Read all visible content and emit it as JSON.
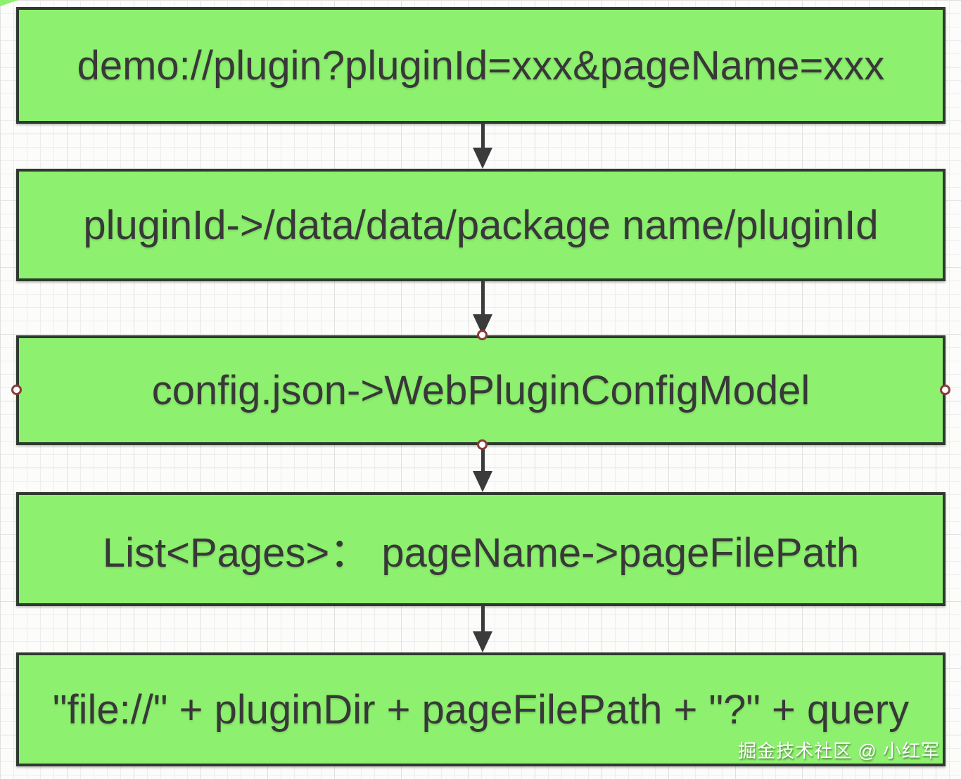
{
  "diagram": {
    "nodes": [
      {
        "label": "demo://plugin?pluginId=xxx&pageName=xxx"
      },
      {
        "label": "pluginId->/data/data/package name/pluginId"
      },
      {
        "label": "config.json->WebPluginConfigModel"
      },
      {
        "label": "List<Pages>： pageName->pageFilePath"
      },
      {
        "label": "\"file://\" + pluginDir + pageFilePath + \"?\" + query"
      }
    ],
    "watermark": "掘金技术社区 @ 小红军",
    "colors": {
      "node_fill": "#8df06e",
      "node_border": "#2e3a2e",
      "connector": "#3b3b3b",
      "handle_outline": "#8b3a3a",
      "canvas_background": "#fcfcfb",
      "grid_line": "#ededed"
    }
  }
}
